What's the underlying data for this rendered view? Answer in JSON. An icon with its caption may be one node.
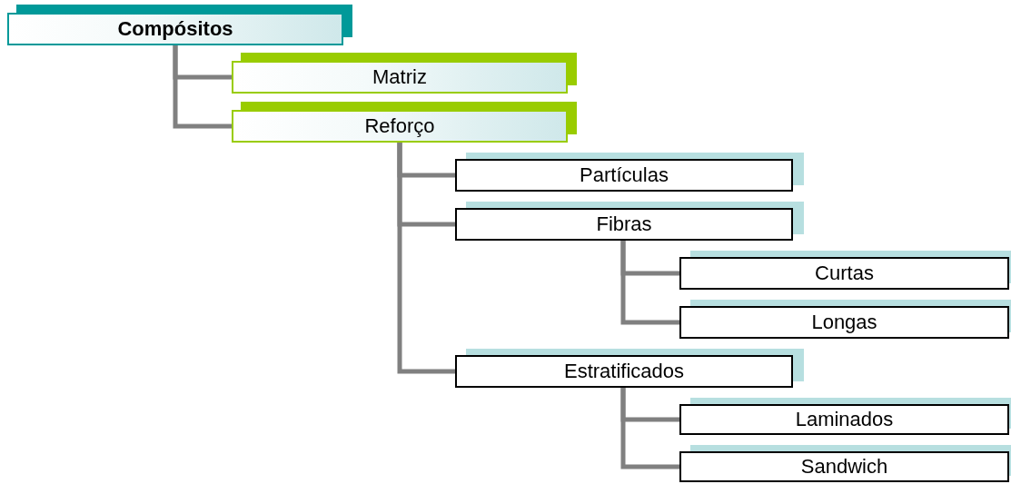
{
  "diagram": {
    "nodes": [
      {
        "text": [
          "Compósitos"
        ]
      },
      {
        "text": [
          "Matriz"
        ]
      },
      {
        "text": [
          "Reforço"
        ]
      },
      {
        "text": [
          "Partículas"
        ]
      },
      {
        "text": [
          "Fibras"
        ]
      },
      {
        "text": [
          "Curtas"
        ]
      },
      {
        "text": [
          "Longas"
        ]
      },
      {
        "text": [
          "Estratificados"
        ]
      },
      {
        "text": [
          "Laminados"
        ]
      },
      {
        "text": [
          "Sandwich"
        ]
      }
    ],
    "edges": [
      {
        "from": 0,
        "to": 1,
        "arrow": "none"
      },
      {
        "from": 0,
        "to": 2,
        "arrow": "none"
      },
      {
        "from": 2,
        "to": 3,
        "arrow": "none"
      },
      {
        "from": 2,
        "to": 4,
        "arrow": "none"
      },
      {
        "from": 4,
        "to": 5,
        "arrow": "none"
      },
      {
        "from": 4,
        "to": 6,
        "arrow": "none"
      },
      {
        "from": 2,
        "to": 7,
        "arrow": "none"
      },
      {
        "from": 7,
        "to": 8,
        "arrow": "none"
      },
      {
        "from": 7,
        "to": 9,
        "arrow": "none"
      }
    ]
  }
}
